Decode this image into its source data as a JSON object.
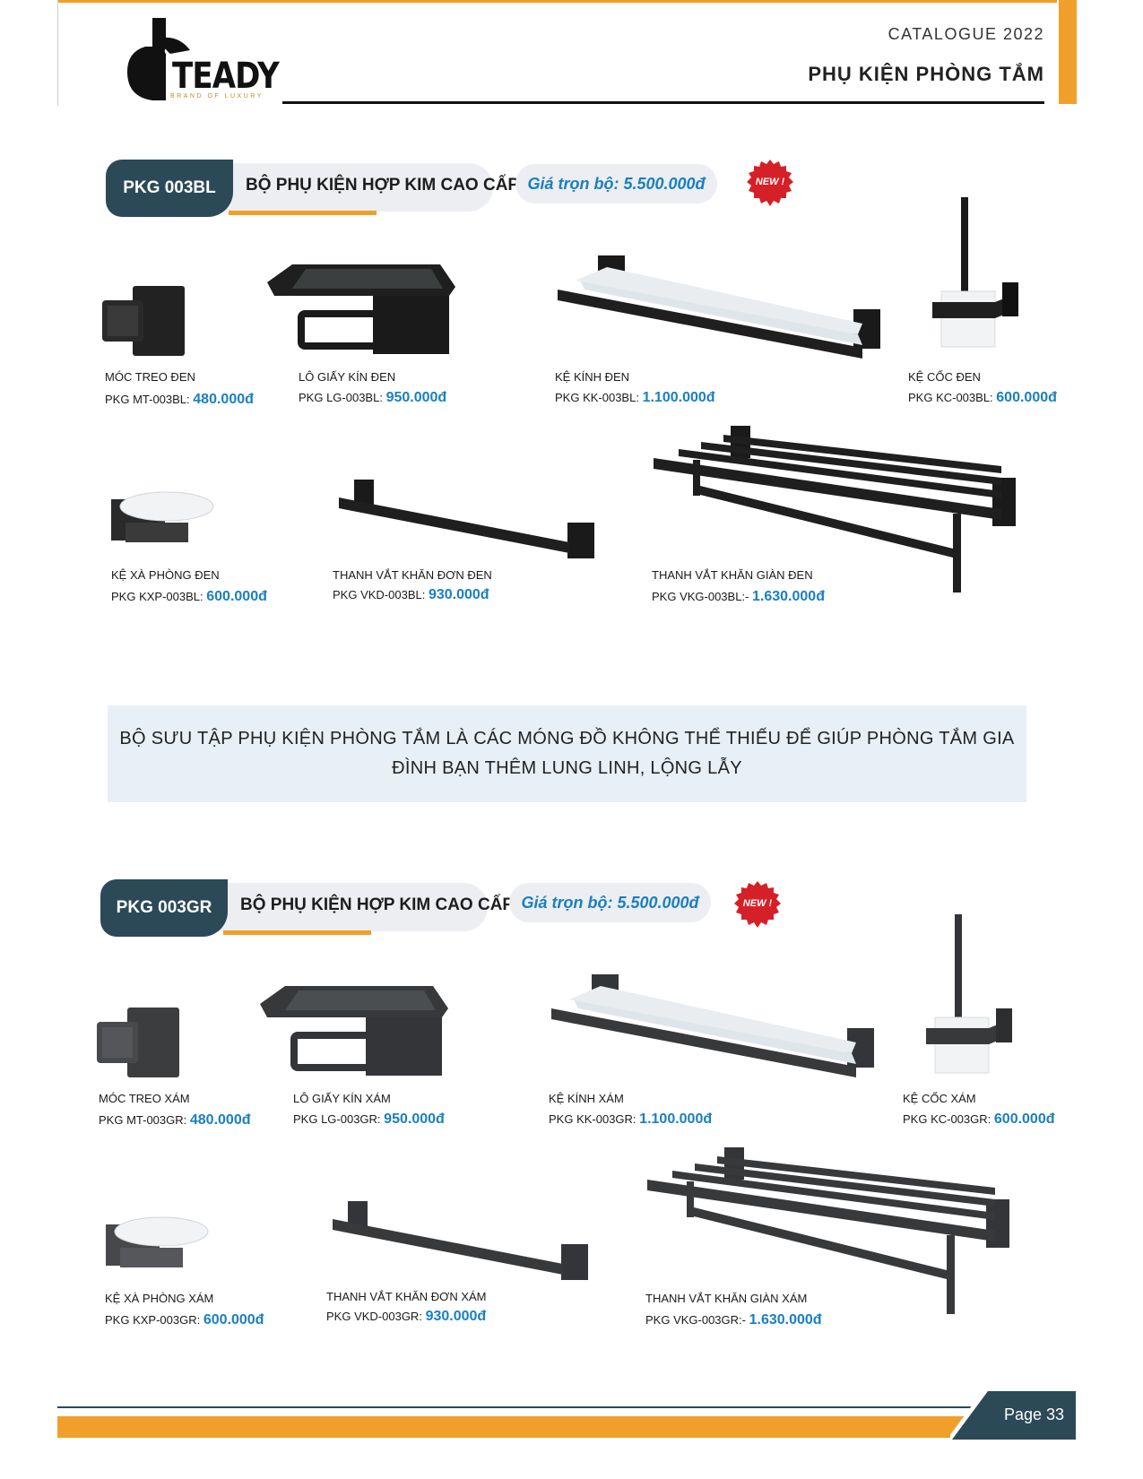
{
  "header": {
    "logo_word": "TEADY",
    "logo_tagline": "BRAND OF LUXURY",
    "catalogue": "CATALOGUE 2022",
    "title": "PHỤ KIỆN PHÒNG TẮM"
  },
  "sections": [
    {
      "code": "PKG 003BL",
      "name": "BỘ PHỤ KIỆN HỢP KIM CAO CẤP",
      "set_price": "Giá trọn bộ: 5.500.000đ",
      "badge": "NEW !",
      "items": [
        {
          "name": "MÓC TREO ĐEN",
          "code": "PKG MT-003BL:",
          "price": "480.000đ"
        },
        {
          "name": "LÔ GIẤY KÍN ĐEN",
          "code": "PKG LG-003BL:",
          "price": "950.000đ"
        },
        {
          "name": "KỆ KÍNH ĐEN",
          "code": "PKG KK-003BL:",
          "price": "1.100.000đ"
        },
        {
          "name": "KỆ CỐC ĐEN",
          "code": "PKG KC-003BL:",
          "price": "600.000đ"
        },
        {
          "name": "KỆ XÀ PHÒNG ĐEN",
          "code": "PKG KXP-003BL:",
          "price": "600.000đ"
        },
        {
          "name": "THANH VẮT KHĂN ĐƠN ĐEN",
          "code": "PKG VKD-003BL:",
          "price": "930.000đ"
        },
        {
          "name": "THANH VẮT KHĂN GIÀN ĐEN",
          "code": "PKG VKG-003BL:-",
          "price": "1.630.000đ"
        }
      ]
    },
    {
      "code": "PKG 003GR",
      "name": "BỘ PHỤ KIỆN HỢP KIM CAO CẤP",
      "set_price": "Giá trọn bộ: 5.500.000đ",
      "badge": "NEW !",
      "items": [
        {
          "name": "MÓC TREO XÁM",
          "code": "PKG MT-003GR:",
          "price": "480.000đ"
        },
        {
          "name": "LÔ GIẤY KÍN XÁM",
          "code": "PKG LG-003GR:",
          "price": "950.000đ"
        },
        {
          "name": "KỆ KÍNH XÁM",
          "code": "PKG KK-003GR:",
          "price": "1.100.000đ"
        },
        {
          "name": "KỆ CỐC XÁM",
          "code": "PKG KC-003GR:",
          "price": "600.000đ"
        },
        {
          "name": "KỆ XÀ PHÒNG XÁM",
          "code": "PKG KXP-003GR:",
          "price": "600.000đ"
        },
        {
          "name": "THANH VẮT KHĂN ĐƠN XÁM",
          "code": "PKG VKD-003GR:",
          "price": "930.000đ"
        },
        {
          "name": "THANH VẮT KHĂN GIÀN XÁM",
          "code": "PKG VKG-003GR:-",
          "price": "1.630.000đ"
        }
      ]
    }
  ],
  "banner": {
    "line1": "BỘ SƯU TẬP PHỤ KIỆN PHÒNG TẮM LÀ CÁC MÓNG ĐỒ KHÔNG THỂ THIẾU ĐỂ GIÚP PHÒNG TẮM GIA",
    "line2": "ĐÌNH BẠN THÊM LUNG LINH, LỘNG LẪY"
  },
  "footer": {
    "page": "Page 33"
  },
  "colors": {
    "accent": "#f0a02a",
    "navy": "#2c4958",
    "price": "#1a7fc0",
    "badge": "#d62027"
  }
}
